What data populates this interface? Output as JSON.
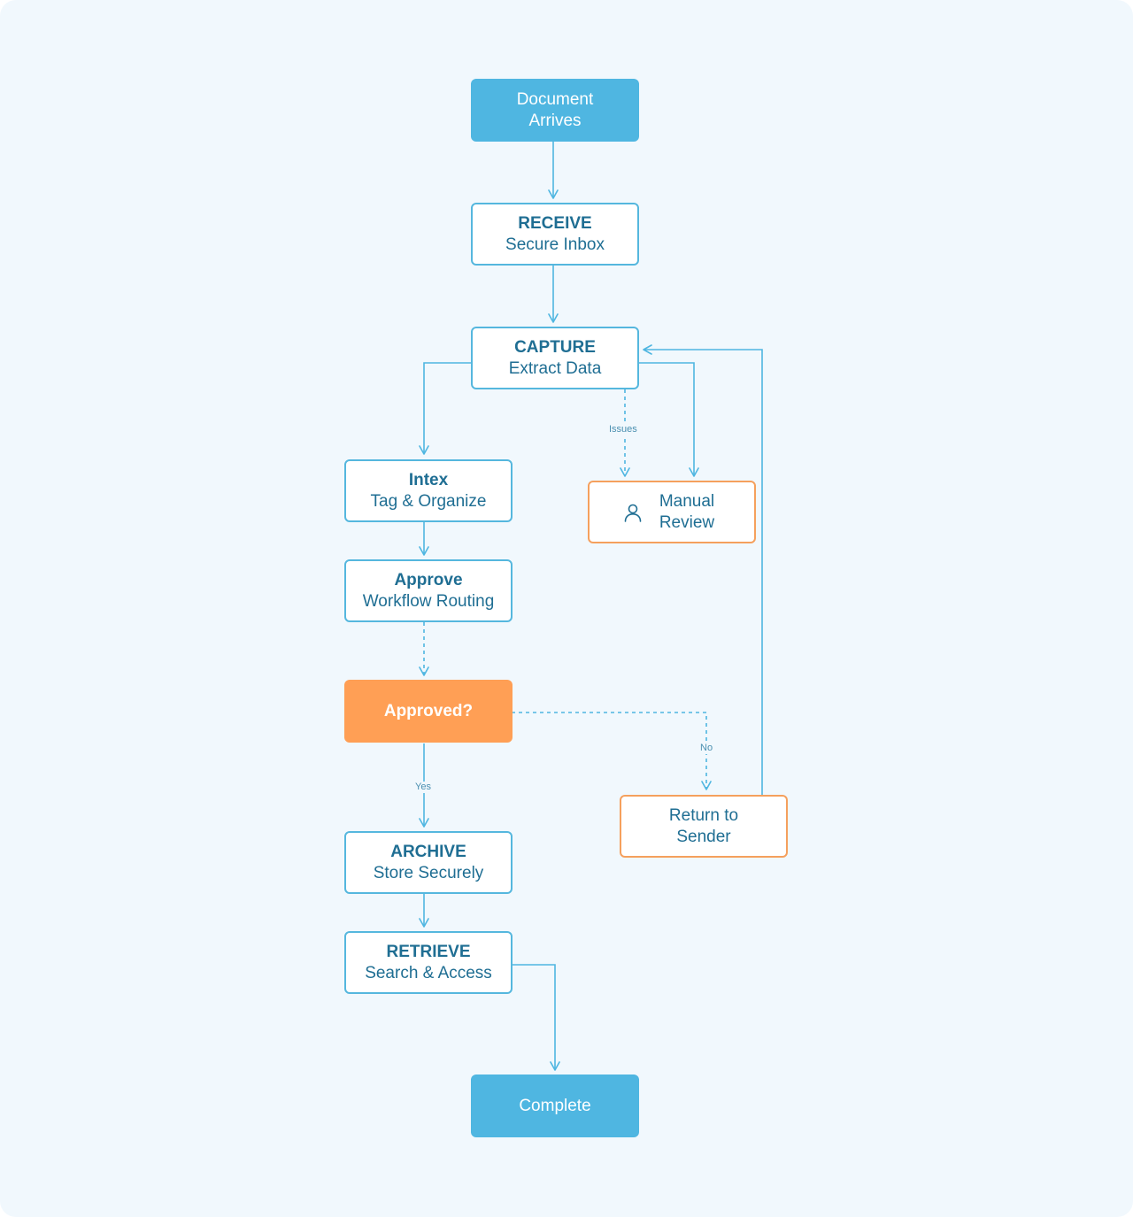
{
  "colors": {
    "background": "#f1f8fd",
    "terminal": "#4fb6e1",
    "process_border": "#55b7de",
    "alert_border": "#f5a05d",
    "decision": "#ff9f55",
    "edge": "#4fb6e1",
    "text": "#1f6e93"
  },
  "nodes": {
    "start": {
      "line1": "Document",
      "line2": "Arrives"
    },
    "receive": {
      "title": "RECEIVE",
      "subtitle": "Secure Inbox"
    },
    "capture": {
      "title": "CAPTURE",
      "subtitle": "Extract Data"
    },
    "index": {
      "title": "Intex",
      "subtitle": "Tag & Organize"
    },
    "manual_review": {
      "line1": "Manual",
      "line2": "Review",
      "icon": "person-icon"
    },
    "approve": {
      "title": "Approve",
      "subtitle": "Workflow Routing"
    },
    "decision": {
      "label": "Approved?"
    },
    "return_sender": {
      "line1": "Return to",
      "line2": "Sender"
    },
    "archive": {
      "title": "ARCHIVE",
      "subtitle": "Store Securely"
    },
    "retrieve": {
      "title": "RETRIEVE",
      "subtitle": "Search & Access"
    },
    "complete": {
      "label": "Complete"
    }
  },
  "edge_labels": {
    "issues": "Issues",
    "no": "No",
    "yes": "Yes"
  }
}
